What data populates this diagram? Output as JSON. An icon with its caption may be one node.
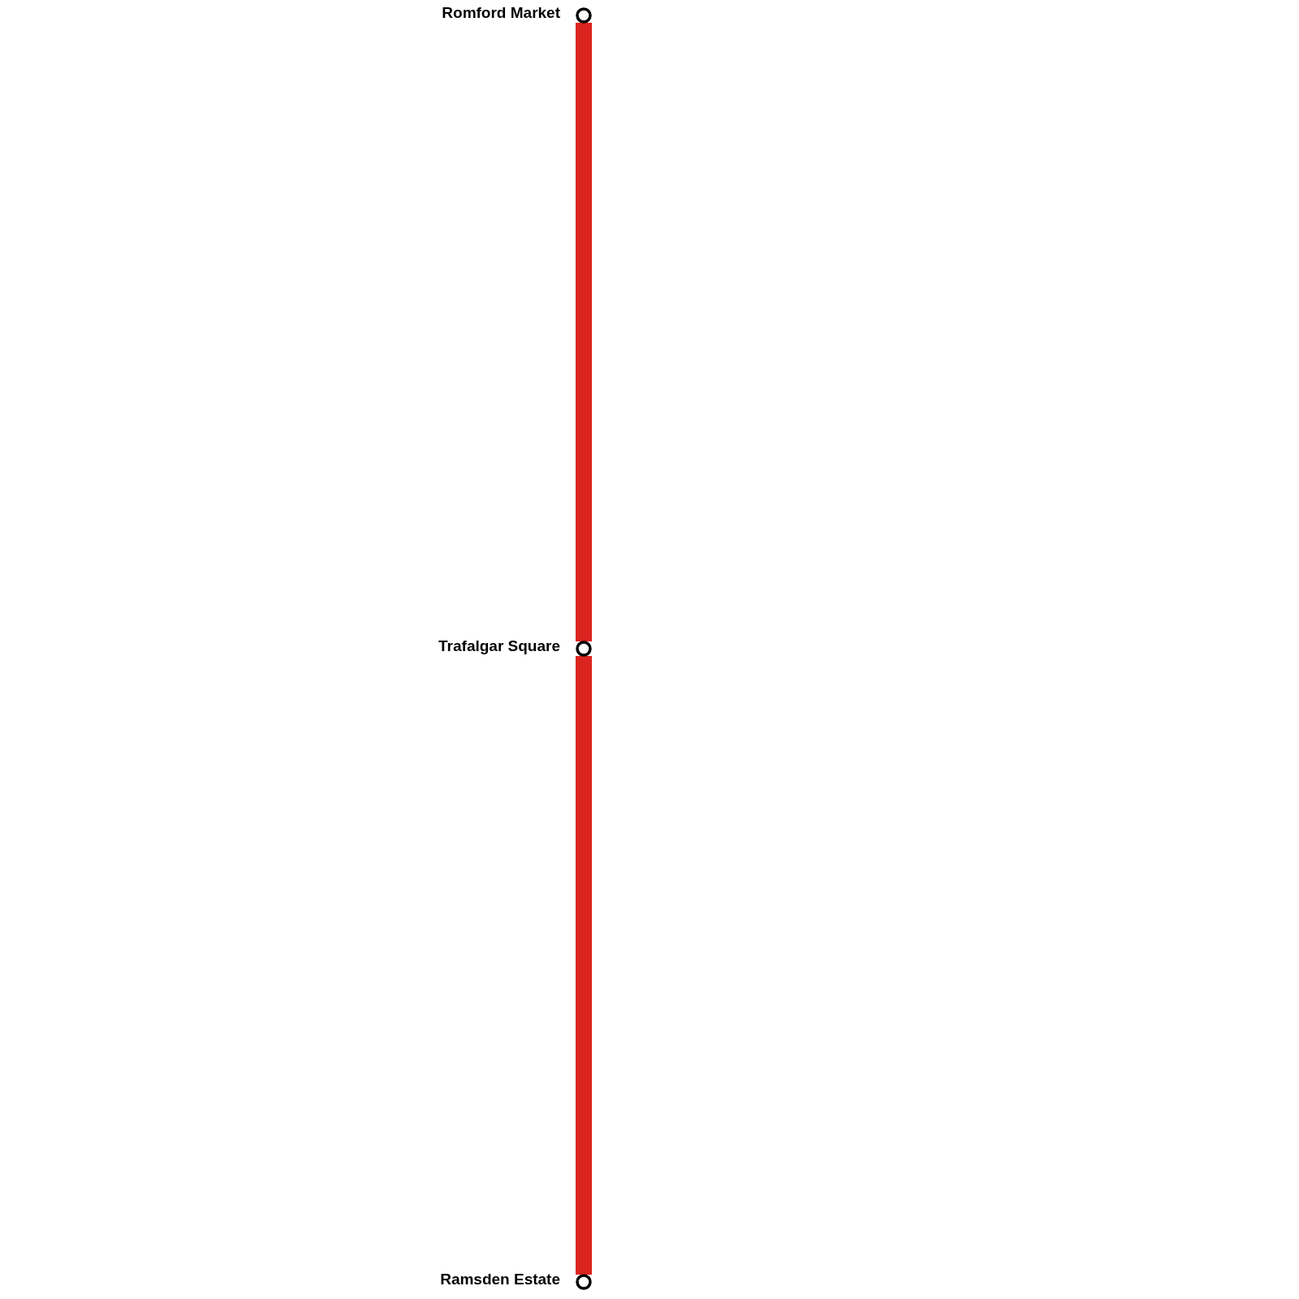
{
  "diagram": {
    "nodes": [
      {
        "text": [],
        "shape": "circle",
        "beside": [
          "Romford Market"
        ]
      },
      {
        "text": [],
        "shape": "circle",
        "beside": [
          "Trafalgar Square"
        ]
      },
      {
        "text": [],
        "shape": "circle",
        "beside": [
          "Ramsden Estate"
        ]
      }
    ],
    "edges": [
      {
        "from": 0,
        "to": 1,
        "arrow": "none"
      },
      {
        "from": 1,
        "to": 2,
        "arrow": "none"
      }
    ]
  }
}
